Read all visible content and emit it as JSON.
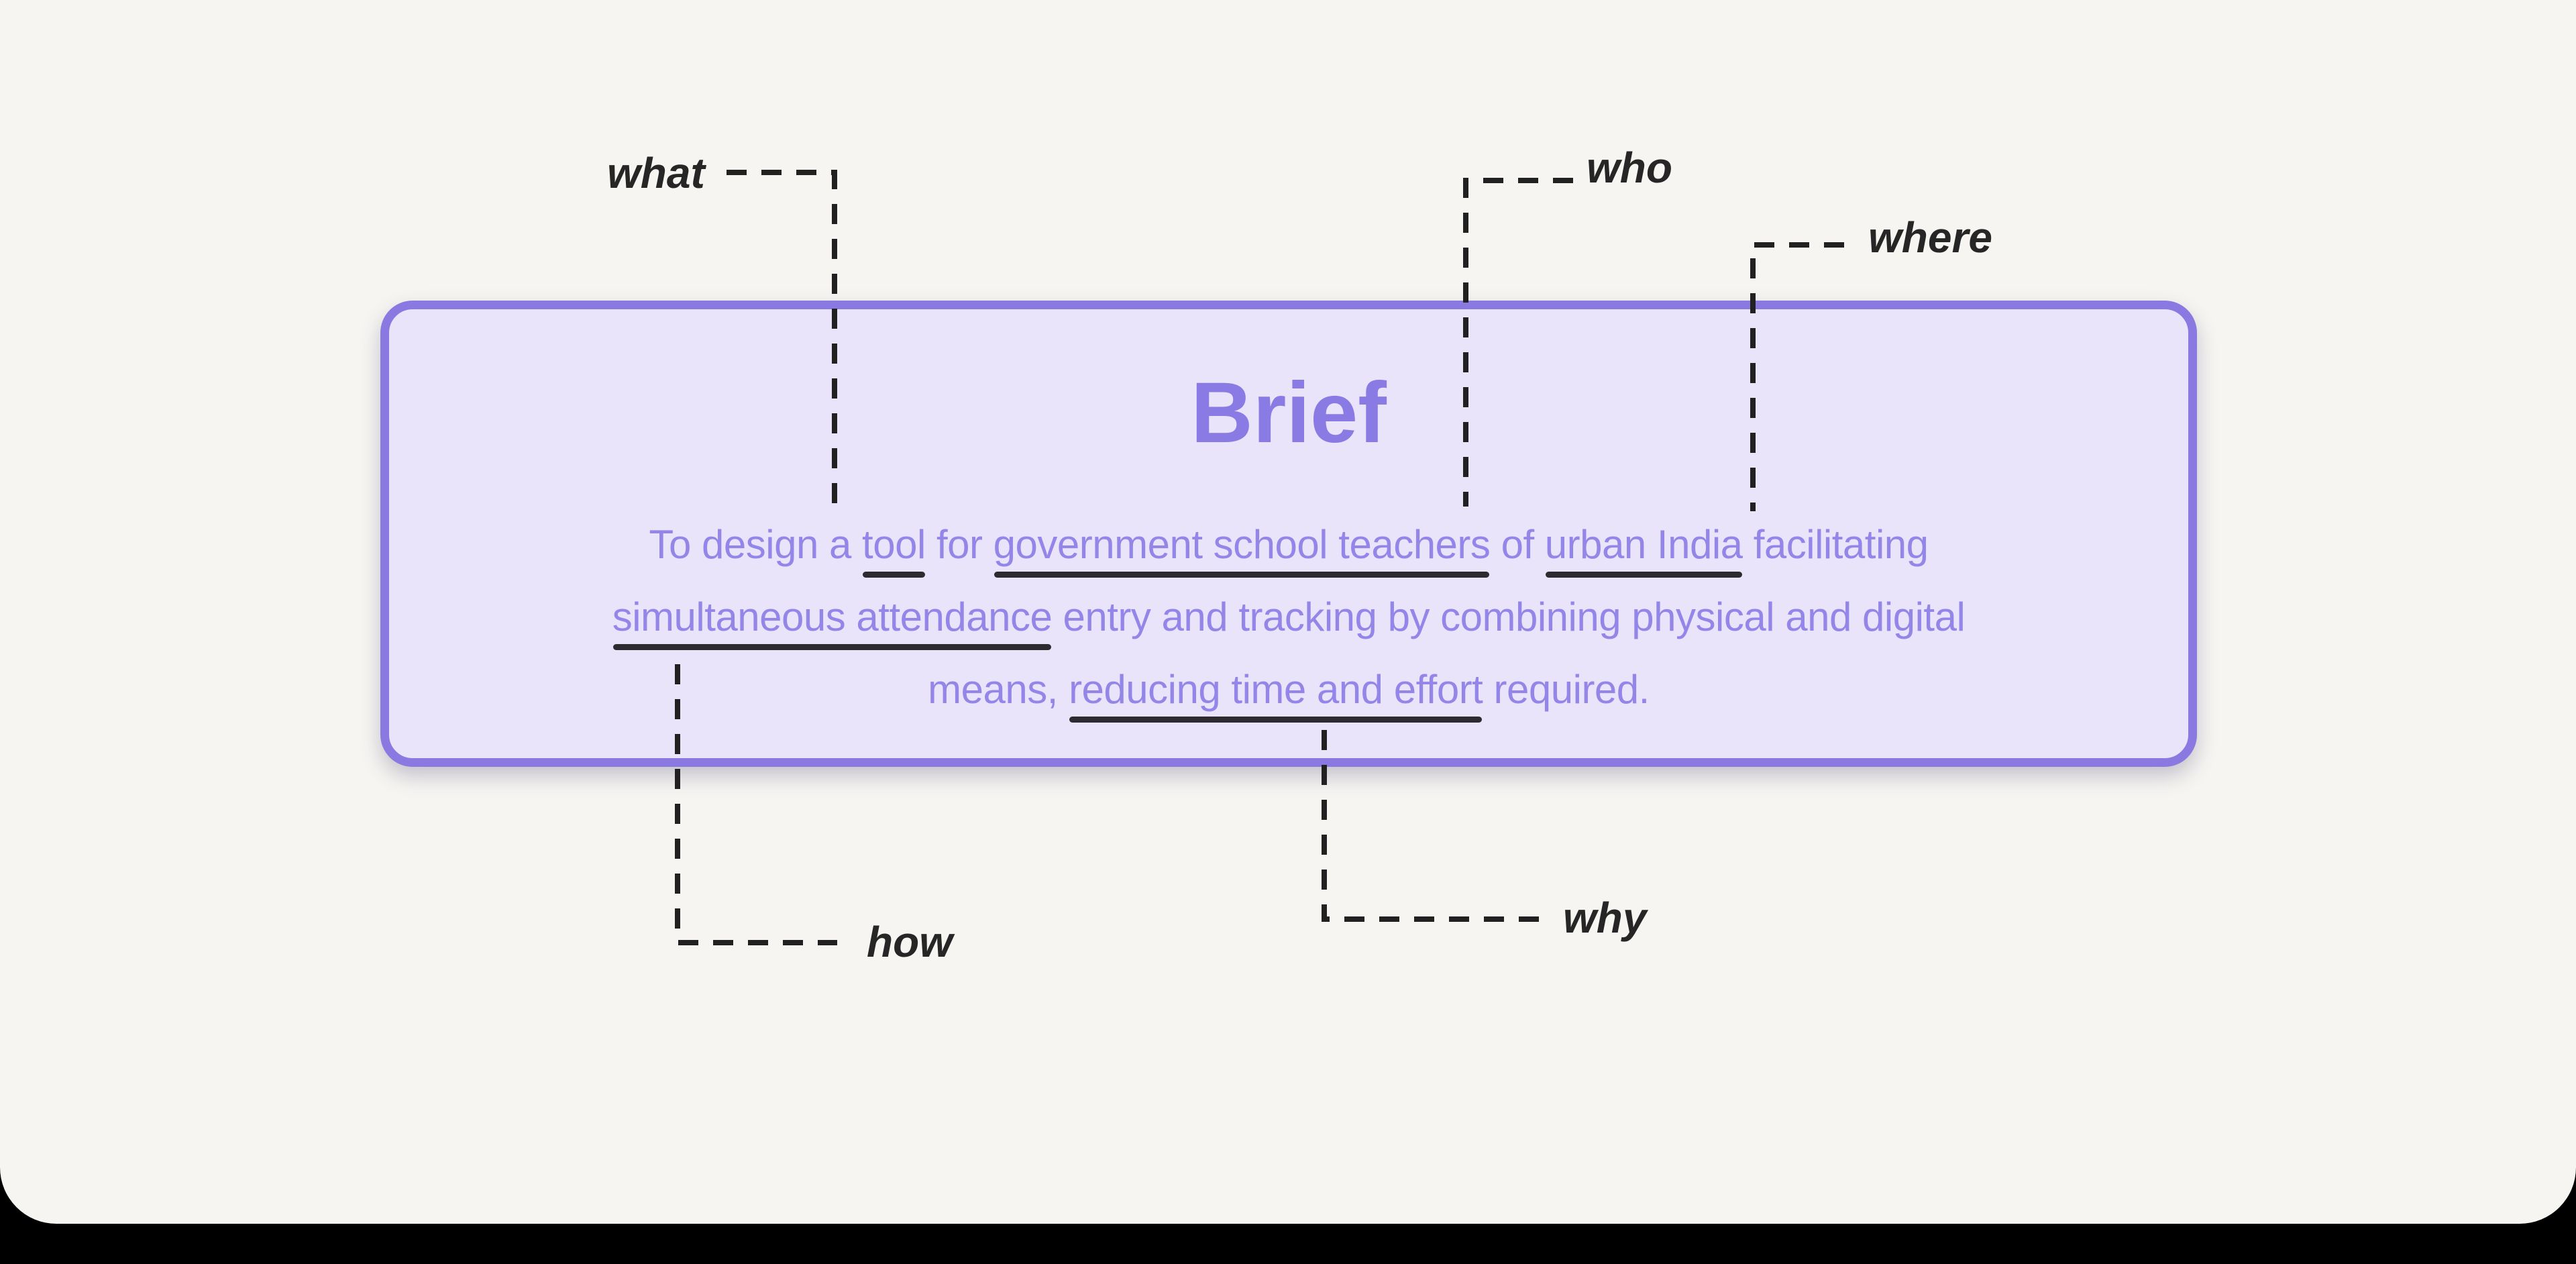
{
  "theme": {
    "page-bg": "#f6f5f2",
    "bottom-bar": "#000000",
    "card-fill": "#e9e4fa",
    "card-border": "#8b79e2",
    "title-color": "#8a7be4",
    "body-color": "#9486e8",
    "underline": "#2e2b30",
    "connector": "#212121",
    "label-color": "#262626"
  },
  "card": {
    "title": "Brief",
    "lines": [
      {
        "segments": [
          {
            "text": "To design a ",
            "underline": false
          },
          {
            "text": "tool",
            "underline": true
          },
          {
            "text": " for ",
            "underline": false
          },
          {
            "text": "government school teachers",
            "underline": true
          },
          {
            "text": " of ",
            "underline": false
          },
          {
            "text": "urban India",
            "underline": true
          },
          {
            "text": " facilitating",
            "underline": false
          }
        ]
      },
      {
        "segments": [
          {
            "text": "simultaneous attendance",
            "underline": true
          },
          {
            "text": " entry and tracking by combining physical and digital",
            "underline": false
          }
        ]
      },
      {
        "segments": [
          {
            "text": "means, ",
            "underline": false
          },
          {
            "text": "reducing time and effort",
            "underline": true
          },
          {
            "text": " required.",
            "underline": false
          }
        ]
      }
    ]
  },
  "annotations": [
    {
      "label": "what",
      "target": "tool"
    },
    {
      "label": "who",
      "target": "government school teachers"
    },
    {
      "label": "where",
      "target": "urban India"
    },
    {
      "label": "how",
      "target": "simultaneous attendance"
    },
    {
      "label": "why",
      "target": "reducing time and effort"
    }
  ]
}
